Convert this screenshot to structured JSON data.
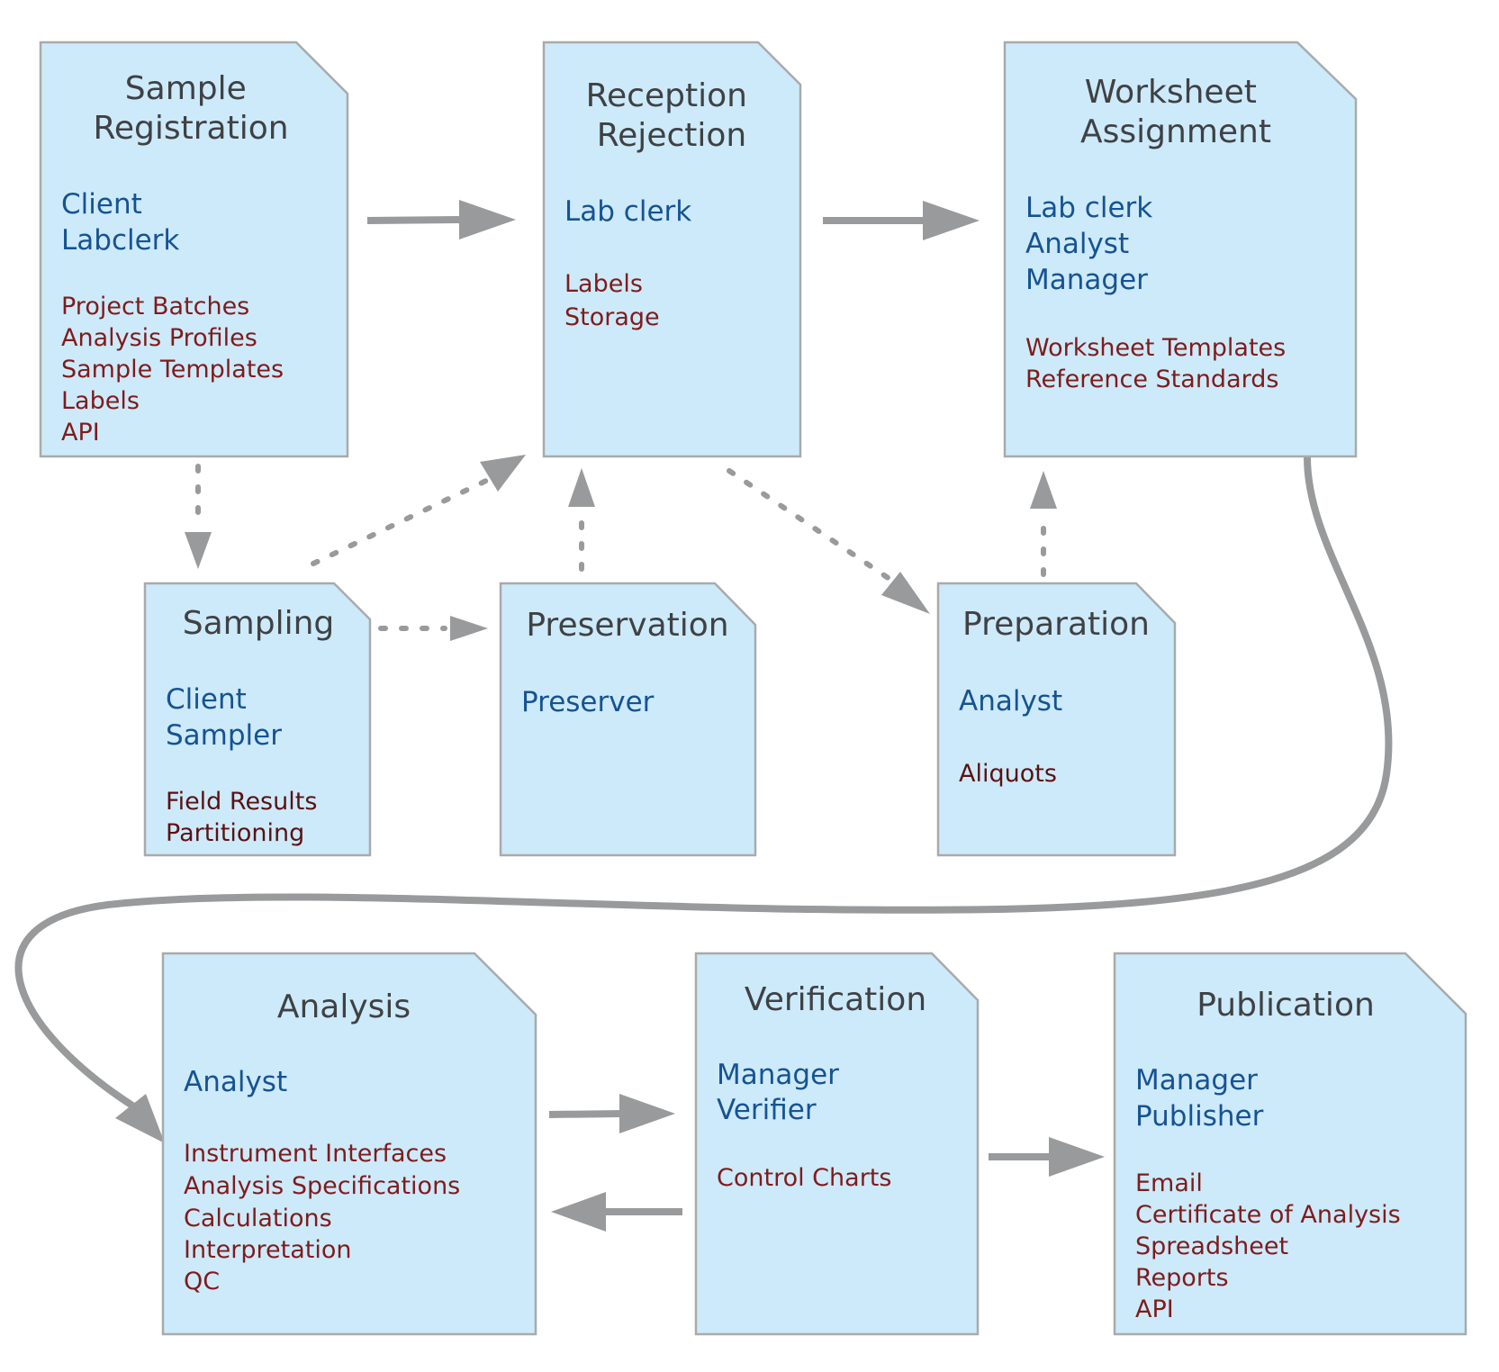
{
  "boxes": {
    "sample_registration": {
      "title": [
        "Sample",
        "Registration"
      ],
      "roles": [
        "Client",
        "Labclerk"
      ],
      "features": [
        "Project Batches",
        "Analysis Profiles",
        "Sample Templates",
        "Labels",
        "API"
      ]
    },
    "reception_rejection": {
      "title": [
        "Reception",
        "Rejection"
      ],
      "roles": [
        "Lab clerk"
      ],
      "features": [
        "Labels",
        "Storage"
      ]
    },
    "worksheet_assignment": {
      "title": [
        "Worksheet",
        "Assignment"
      ],
      "roles": [
        "Lab clerk",
        "Analyst",
        "Manager"
      ],
      "features": [
        "Worksheet Templates",
        "Reference Standards"
      ]
    },
    "sampling": {
      "title": [
        "Sampling"
      ],
      "roles": [
        "Client",
        "Sampler"
      ],
      "features": [
        "Field Results",
        "Partitioning"
      ]
    },
    "preservation": {
      "title": [
        "Preservation"
      ],
      "roles": [
        "Preserver"
      ],
      "features": []
    },
    "preparation": {
      "title": [
        "Preparation"
      ],
      "roles": [
        "Analyst"
      ],
      "features": [
        "Aliquots"
      ]
    },
    "analysis": {
      "title": [
        "Analysis"
      ],
      "roles": [
        "Analyst"
      ],
      "features": [
        "Instrument Interfaces",
        "Analysis Specifications",
        "Calculations",
        "Interpretation",
        "QC"
      ]
    },
    "verification": {
      "title": [
        "Verification"
      ],
      "roles": [
        "Manager",
        "Verifier"
      ],
      "features": [
        "Control Charts"
      ]
    },
    "publication": {
      "title": [
        "Publication"
      ],
      "roles": [
        "Manager",
        "Publisher"
      ],
      "features": [
        "Email",
        "Certificate of Analysis",
        "Spreadsheet",
        "Reports",
        "API"
      ]
    }
  },
  "colors": {
    "box_fill": "#cdeafa",
    "box_stroke": "#a9aaab",
    "title": "#3f4144",
    "role": "#165393",
    "feature": "#7e1c1c",
    "arrow": "#999a9b"
  }
}
